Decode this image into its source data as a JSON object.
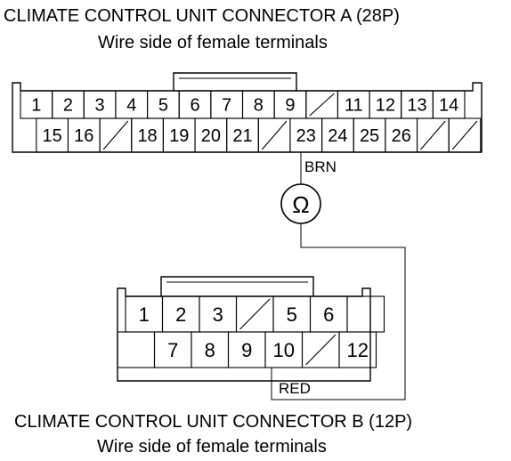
{
  "connector_a": {
    "title": "CLIMATE CONTROL UNIT CONNECTOR A (28P)",
    "subtitle": "Wire side of female terminals",
    "row1": [
      "1",
      "2",
      "3",
      "4",
      "5",
      "6",
      "7",
      "8",
      "9",
      "",
      "11",
      "12",
      "13",
      "14"
    ],
    "row2": [
      "15",
      "16",
      "",
      "18",
      "19",
      "20",
      "21",
      "",
      "23",
      "24",
      "25",
      "26",
      "",
      ""
    ]
  },
  "connector_b": {
    "title": "CLIMATE CONTROL UNIT CONNECTOR B (12P)",
    "subtitle": "Wire side of female terminals",
    "row1": [
      "1",
      "2",
      "3",
      "",
      "5",
      "6",
      ""
    ],
    "row2": [
      "",
      "7",
      "8",
      "9",
      "10",
      "",
      "12"
    ]
  },
  "meter": {
    "symbol": "Ω"
  },
  "wire_labels": {
    "a_terminal": "BRN",
    "b_terminal": "RED"
  }
}
